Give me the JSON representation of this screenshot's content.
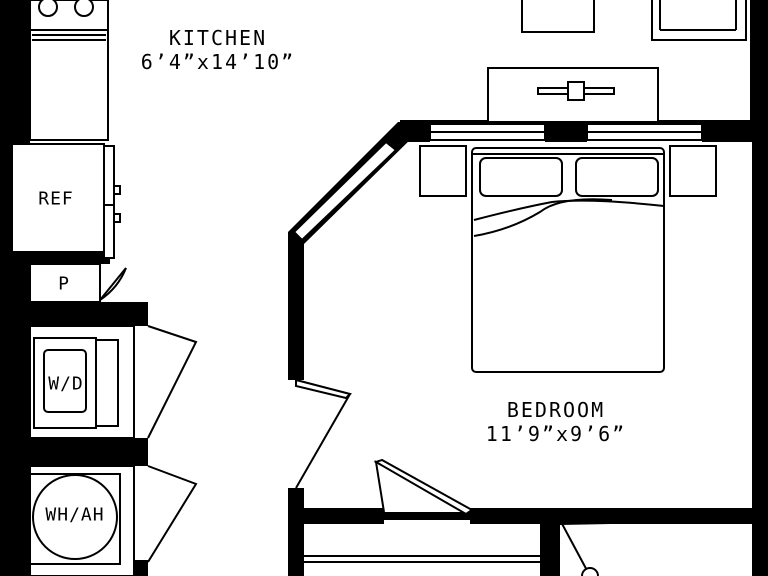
{
  "rooms": {
    "kitchen": {
      "name": "KITCHEN",
      "dimensions": "6’4”x14’10”"
    },
    "bedroom": {
      "name": "BEDROOM",
      "dimensions": "11’9”x9’6”"
    }
  },
  "fixtures": {
    "refrigerator": "REF",
    "pantry": "P",
    "washer_dryer": "W/D",
    "water_heater": "WH/AH"
  },
  "colors": {
    "wall": "#000000",
    "floor": "#ffffff",
    "line": "#000000"
  }
}
